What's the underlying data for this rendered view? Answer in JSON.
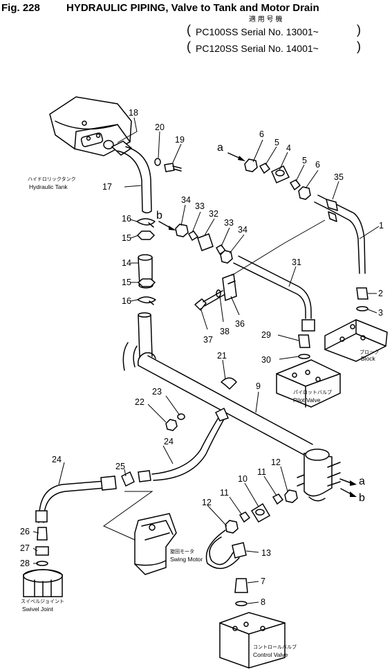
{
  "header": {
    "fig": "Fig. 228",
    "title": "HYDRAULIC PIPING, Valve to Tank and Motor Drain",
    "applicable_jp": "適 用 号 機",
    "serial_1": "PC100SS  Serial  No.  13001~",
    "serial_2": "PC120SS  Serial  No.  14001~"
  },
  "components": {
    "hydraulic_tank": {
      "jp": "ハイドロリックタンク",
      "en": "Hydraulic  Tank"
    },
    "block": {
      "jp": "ブロック",
      "en": "Block"
    },
    "pilot_valve": {
      "jp": "パイロットバルブ",
      "en": "Pilot  Valve"
    },
    "swing_motor": {
      "jp": "旋回モータ",
      "en": "Swing  Motor"
    },
    "swivel_joint": {
      "jp": "スイベルジョイント",
      "en": "Swivel  Joint"
    },
    "control_valve": {
      "jp": "コントロールバルブ",
      "en": "Control  Valve"
    }
  },
  "connection_marks": {
    "a": "a",
    "b": "b"
  },
  "part_numbers": {
    "p1": "1",
    "p2": "2",
    "p3": "3",
    "p4": "4",
    "p5": "5",
    "p6": "6",
    "p7": "7",
    "p8": "8",
    "p9": "9",
    "p10": "10",
    "p11": "11",
    "p12": "12",
    "p13": "13",
    "p14": "14",
    "p15": "15",
    "p16": "16",
    "p17": "17",
    "p18": "18",
    "p19": "19",
    "p20": "20",
    "p21": "21",
    "p22": "22",
    "p23": "23",
    "p24": "24",
    "p25": "25",
    "p26": "26",
    "p27": "27",
    "p28": "28",
    "p29": "29",
    "p30": "30",
    "p31": "31",
    "p32": "32",
    "p33": "33",
    "p34": "34",
    "p35": "35",
    "p36": "36",
    "p37": "37",
    "p38": "38"
  }
}
